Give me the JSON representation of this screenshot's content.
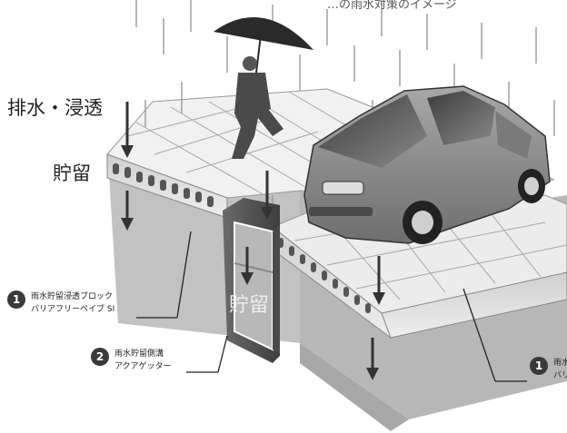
{
  "header_partial": "…の雨水対策のイメージ",
  "labels": {
    "drain_infiltrate": "排水・浸透",
    "store": "貯留",
    "trench_store": "貯留"
  },
  "callouts": [
    {
      "number": "1",
      "line1": "雨水貯留浸透ブロック",
      "line2": "バリアフリーペイブ SI"
    },
    {
      "number": "2",
      "line1": "雨水貯留側溝",
      "line2": "アクアゲッター"
    },
    {
      "number": "1",
      "line1": "雨水",
      "line2": "バリ"
    }
  ]
}
